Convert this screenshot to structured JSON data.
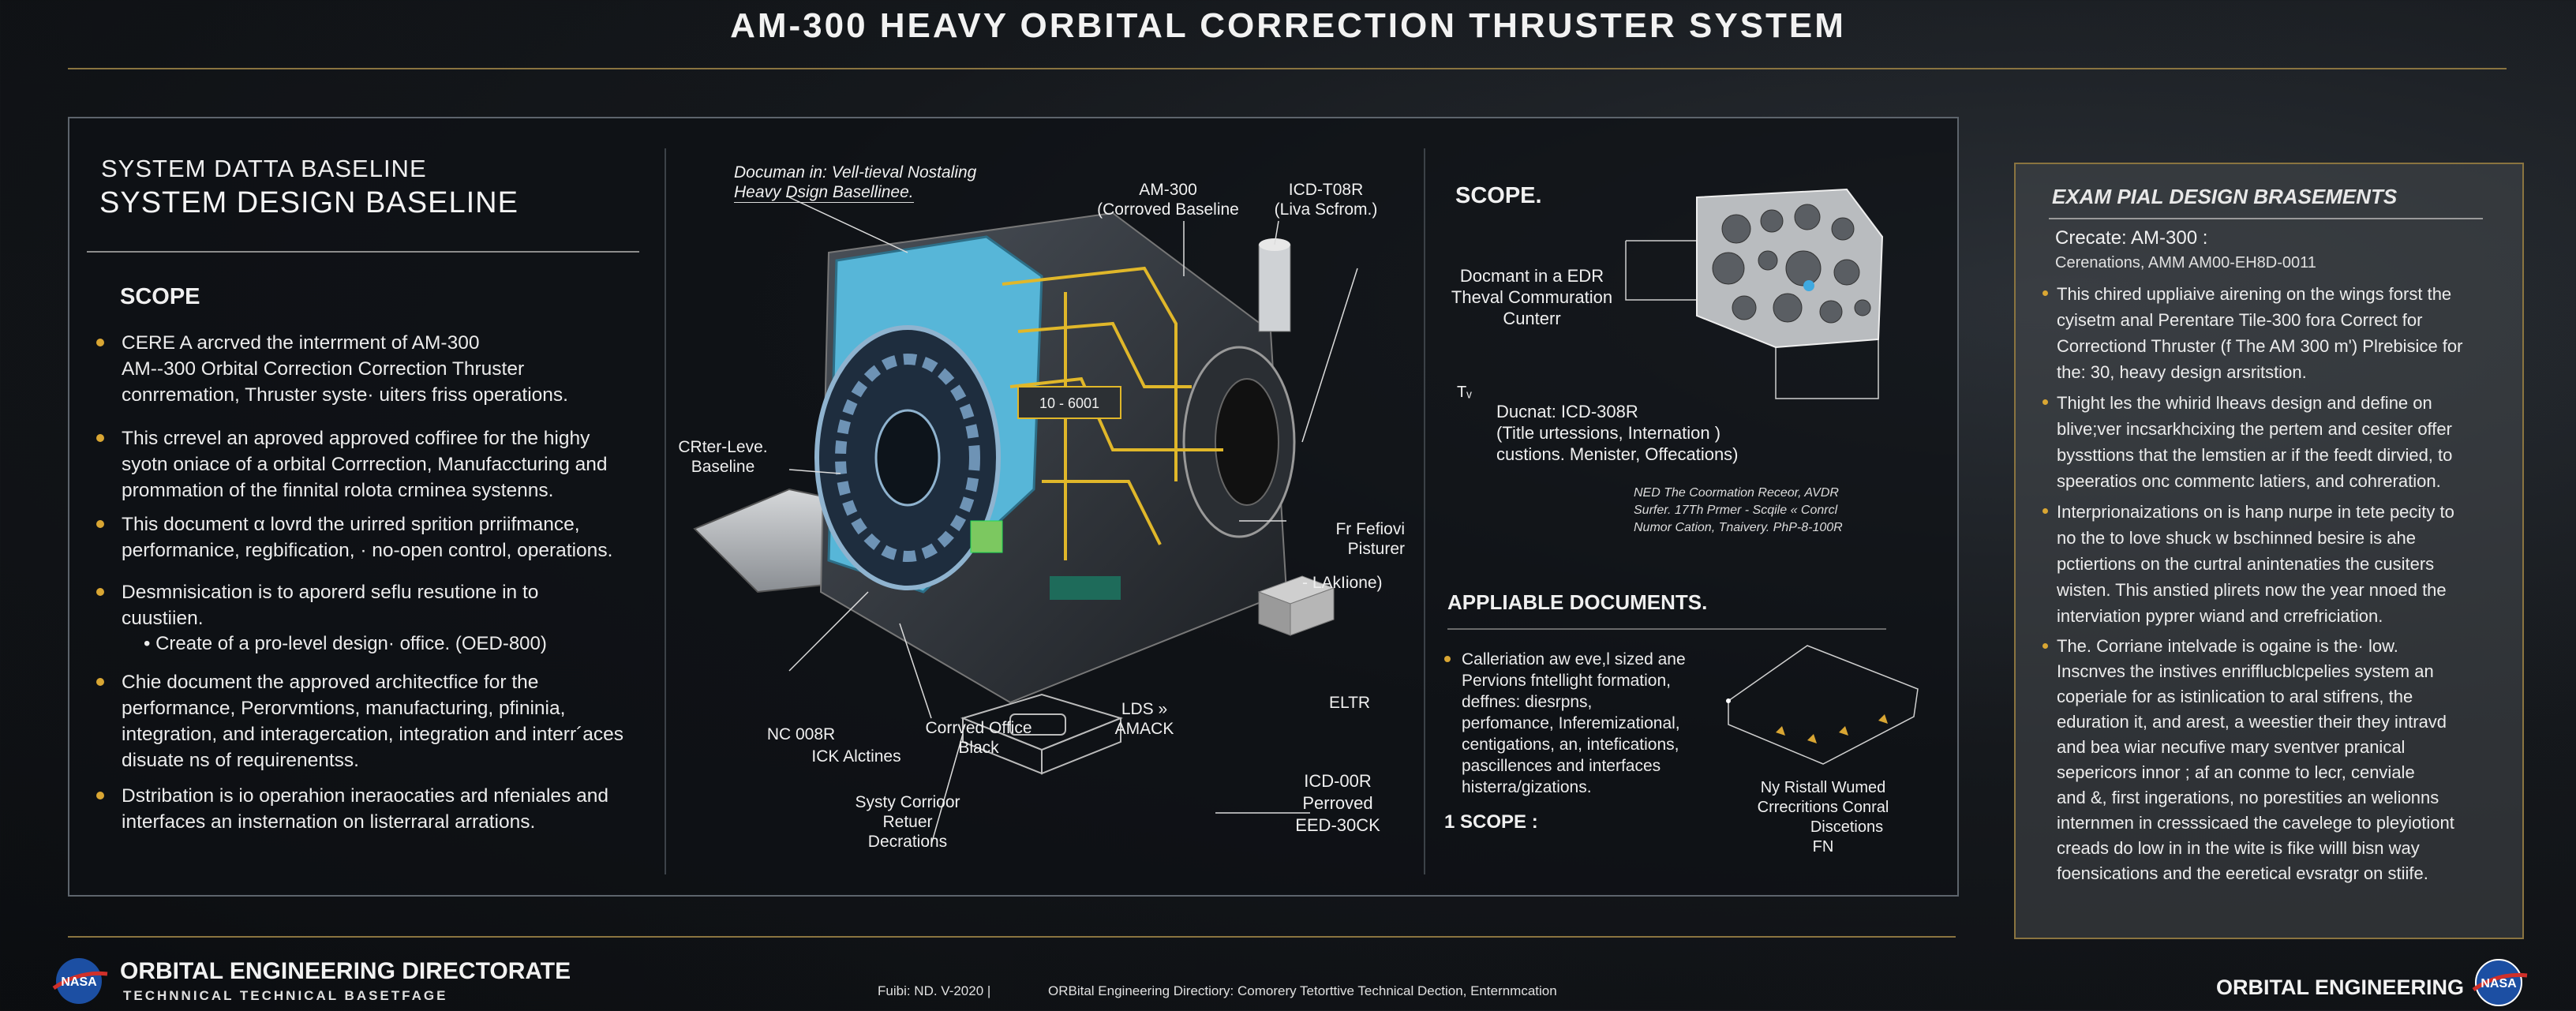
{
  "header": {
    "title": "AM-300 HEAVY ORBITAL CORRECTION THRUSTER SYSTEM"
  },
  "left": {
    "heading_small": "SYSTEM DATTA BASELINE",
    "heading_large": "SYSTEM DESIGN BASELINE",
    "scope_label": "SCOPE",
    "bullets": [
      [
        "CERE A arcrved the interrment of AM-300",
        "AM--300 Orbital Correction Correction Thruster",
        "conrremation, Thruster syste· uiters friss operations."
      ],
      [
        "This crrevel an aproved approved coffiree for the highy",
        "syotn oniace of a orbital Corrrection, Manufaccturing and",
        "prommation of the finnital rolota crminea systenns."
      ],
      [
        "This document α lovrd the urirred sprition prriifmance,",
        "performanice, regbification, · no-open control, operations."
      ],
      [
        "Desmnisication is to aporerd seflu resutione in to",
        "cuustiien."
      ],
      [
        "Chie document the approved architectfice for the",
        "performance, Perorvmtions, manufacturing, pfininia,",
        "integration, and interagercation, integration and interr´aces",
        "disuate ns of requirenentss."
      ],
      [
        "Dstribation is io operahion ineraocaties ard nfeniales and",
        "interfaces an insternation on listerraral arrations."
      ]
    ],
    "sub_bullet": "•  Create of a pro-level design· office. (OED-800)"
  },
  "diagram": {
    "top_caption_1": "Documan in: Vell-tieval Nostaling",
    "top_caption_2": "Heavy Dsign Basellinee.",
    "label_am300_1": "AM-300",
    "label_am300_2": "(Corroved Baseline",
    "label_icd_1": "ICD-T08R",
    "label_icd_2": "(Liva Scfrom.)",
    "label_crter_1": "CRter-Leve.",
    "label_crter_2": "Baseline",
    "label_fr_1": "Fr Fefiovi",
    "label_fr_2": "Pisturer",
    "label_lak": "- LAkIione)",
    "label_nc": "NC 008R",
    "label_ick": "ICK Alctines",
    "label_corr_1": "Corrved Office",
    "label_corr_2": "Black",
    "label_lds_1": "LDS »",
    "label_lds_2": "AMACK",
    "label_eltr": "ELTR",
    "label_syst_1": "Systy Corrioor",
    "label_syst_2": "Retuer",
    "label_syst_3": "Decrations",
    "label_icd2_1": "ICD-00R",
    "label_icd2_2": "Perroved",
    "label_icd2_3": "EED-30CK",
    "engine_tag": "10 - 6001"
  },
  "middle": {
    "scope_label": "SCOPE.",
    "doc_1": "Docmant in a EDR",
    "doc_2": "Theval Commuration",
    "doc_3": "Cunterr",
    "t_mark": "Tᵥ",
    "ducnat_1": "Ducnat: ICD-308R",
    "ducnat_2": "(Title urtessions, Internation )",
    "ducnat_3": "custions. Menister, Offecations)",
    "ned_1": "NED       The Coormation Receor, AVDR",
    "ned_2": "Surfer.  17Th   Prmer - Scqile « Conrcl",
    "ned_3": "Numor Cation, Tnaivery. PhP-8-100R",
    "applicable_label": "APPLIABLE DOCUMENTS.",
    "app_bullet": [
      "Calleriation aw eve,l sized ane",
      "Pervions fntellight formation,",
      "deffnes:  diesrpns,",
      "perfomance, Inferemizational,",
      "centigations, an, intefications,",
      "pascillences and interfaces",
      "histerra/gizations."
    ],
    "scope_1": "1 SCOPE :",
    "ny_1": "Ny Ristall Wumed",
    "ny_2": "Crrecritions Conral",
    "ny_3": "Discetions",
    "ny_4": "FN"
  },
  "right_panel": {
    "title": "EXAM PIAL DESIGN BRASEMENTS",
    "create_line": "Crecate: AM-300 :",
    "cerenations_line": "Cerenations, AMM AM00-EH8D-0011",
    "bullets": [
      [
        "This chired uppliaive airening on the wings forst the",
        "cyisetm anal Perentare Tile-300 fora Correct for",
        "Correctiond Thruster (f The AM 300 m') Plrebisice for",
        "the: 30, heavy design arsritstion."
      ],
      [
        "Thight les the whirid lheavs design and define on",
        "blive;ver incsarkhcixing the  pertem and cesiter offer",
        "byssttions that the lemstien ar if the feedt dirvied, to",
        "speeratios onc commentc latiers, and cohreration."
      ],
      [
        "Interprionaizations on is hanp nurpe in tete pecity to",
        "no the to love shuck w bschinned besire is ahe",
        "pctiertions on the curtral anintenaties  the cusiters",
        "wisten.  This anstied plirets now the year nnoed the",
        "interviation pyprer wiand and crrefriciation."
      ],
      [
        "The. Corriane intelvade is ogaine is the· low.",
        "Inscnves the instives enrifflucblcpelies system an",
        "coperiale for as istinlication to aral stifrens, the",
        "eduration it, and arest, a weestier their they intravd",
        "and bea wiar necufive mary sventver pranical",
        "sepericors innor ; af an conme to lecr, cenviale",
        "and &, first ingerations, no porestities an welionns",
        "internmen in cresssicaed the cavelege to pleyiotiont",
        "creads do low in in the wite is fike willl bisn way",
        "foensications and the eeretical evsratgr on stiife."
      ]
    ]
  },
  "footer": {
    "org_title": "ORBITAL ENGINEERING DIRECTORATE",
    "org_sub": "TECHNNICAL TECHNICAL BASETFAGE",
    "ref": "Fuibi: ND. V-2020  |",
    "desc": "ORBital Engineering Directiory: Comorery Tetorttive Technical Dection, Enternmcation",
    "right_title": "ORBITAL ENGINEERING",
    "logo_left_text": "NASA",
    "logo_right_text": "NASA"
  }
}
